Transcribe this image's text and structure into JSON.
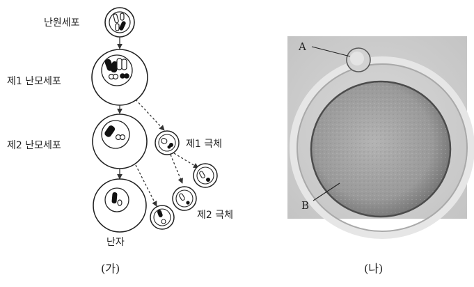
{
  "panel_a": {
    "caption": "(가)",
    "stages": {
      "oogonium": "난원세포",
      "primary_oocyte": "제1 난모세포",
      "secondary_oocyte": "제2 난모세포",
      "ovum": "난자"
    },
    "polar_bodies": {
      "first": "제1 극체",
      "second": "제2 극체"
    }
  },
  "panel_b": {
    "caption": "(나)",
    "labels": {
      "a": "A",
      "b": "B"
    }
  }
}
